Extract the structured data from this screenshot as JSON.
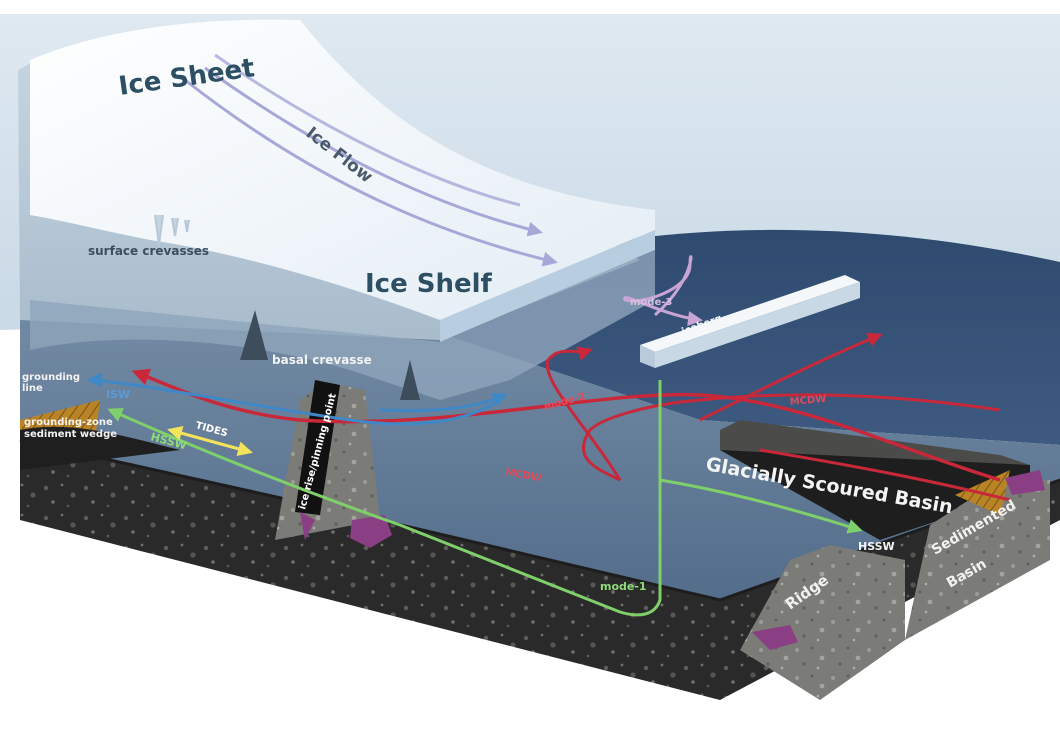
{
  "labels": {
    "ice_sheet": "Ice Sheet",
    "ice_flow": "Ice Flow",
    "surface_crevasses": "surface crevasses",
    "ice_shelf": "Ice Shelf",
    "mode_3": "mode-3",
    "iceberg": "iceberg",
    "basal_crevasse": "basal crevasse",
    "grounding_line_1": "grounding",
    "grounding_line_2": "line",
    "isw": "ISW",
    "grounding_zone_1": "grounding-zone",
    "grounding_zone_2": "sediment wedge",
    "tides": "TIDES",
    "hssw_left": "HSSW",
    "ice_rise": "ice rise/pinning point",
    "mode_2": "mode-2",
    "mcdw_right": "MCDW",
    "mcdw_center": "MCDW",
    "glacial_basin": "Glacially Scoured Basin",
    "hssw_right": "HSSW",
    "mode_1": "mode-1",
    "ridge": "Ridge",
    "sedimented_1": "Sedimented",
    "sedimented_2": "Basin"
  },
  "colors": {
    "sky": "#dce7ef",
    "ocean": "#3d5678",
    "ice_top": "#f2f7fb",
    "ice_face": "#d6e3ee",
    "bedrock": "#2f2f2f",
    "isw": "#3f88c8",
    "hssw": "#7fcf6b",
    "mcdw": "#c8283a",
    "mode3": "#c9a4d6",
    "tides": "#f2e35a",
    "flow_arrows": "#a7a8d8",
    "sediment": "#c8922c",
    "purple_rock": "#9a4a8e"
  }
}
